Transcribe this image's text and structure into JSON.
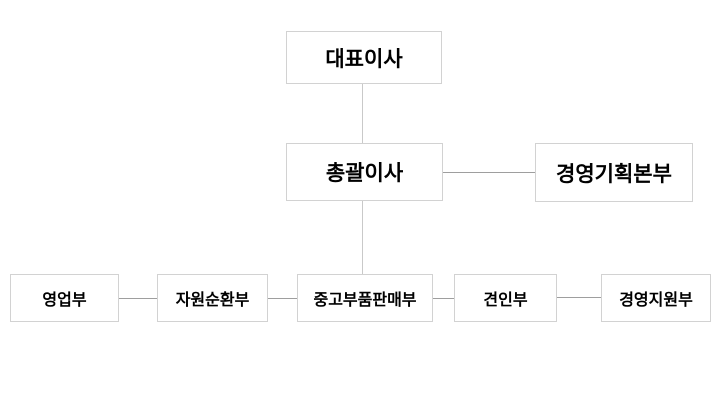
{
  "diagram": {
    "type": "org-chart",
    "nodes": {
      "ceo": {
        "label": "대표이사",
        "level": 1
      },
      "executive_director": {
        "label": "총괄이사",
        "level": 2
      },
      "planning_hq": {
        "label": "경영기획본부",
        "level": 2
      },
      "sales_dept": {
        "label": "영업부",
        "level": 3
      },
      "resource_recycling_dept": {
        "label": "자원순환부",
        "level": 3
      },
      "used_parts_sales_dept": {
        "label": "중고부품판매부",
        "level": 3
      },
      "towing_dept": {
        "label": "견인부",
        "level": 3
      },
      "management_support_dept": {
        "label": "경영지원부",
        "level": 3
      }
    },
    "edges": [
      {
        "from": "ceo",
        "to": "executive_director",
        "type": "vertical"
      },
      {
        "from": "executive_director",
        "to": "planning_hq",
        "type": "horizontal"
      },
      {
        "from": "executive_director",
        "to": "used_parts_sales_dept",
        "type": "vertical"
      },
      {
        "from": "sales_dept",
        "to": "resource_recycling_dept",
        "type": "horizontal"
      },
      {
        "from": "resource_recycling_dept",
        "to": "used_parts_sales_dept",
        "type": "horizontal"
      },
      {
        "from": "used_parts_sales_dept",
        "to": "towing_dept",
        "type": "horizontal"
      },
      {
        "from": "towing_dept",
        "to": "management_support_dept",
        "type": "horizontal"
      }
    ],
    "colors": {
      "background": "#ffffff",
      "box_background": "#ffffff",
      "box_border": "#d2d2d2",
      "text": "#000000",
      "connector_horizontal": "#9e9e9e",
      "connector_vertical": "#c9c9c9"
    }
  }
}
